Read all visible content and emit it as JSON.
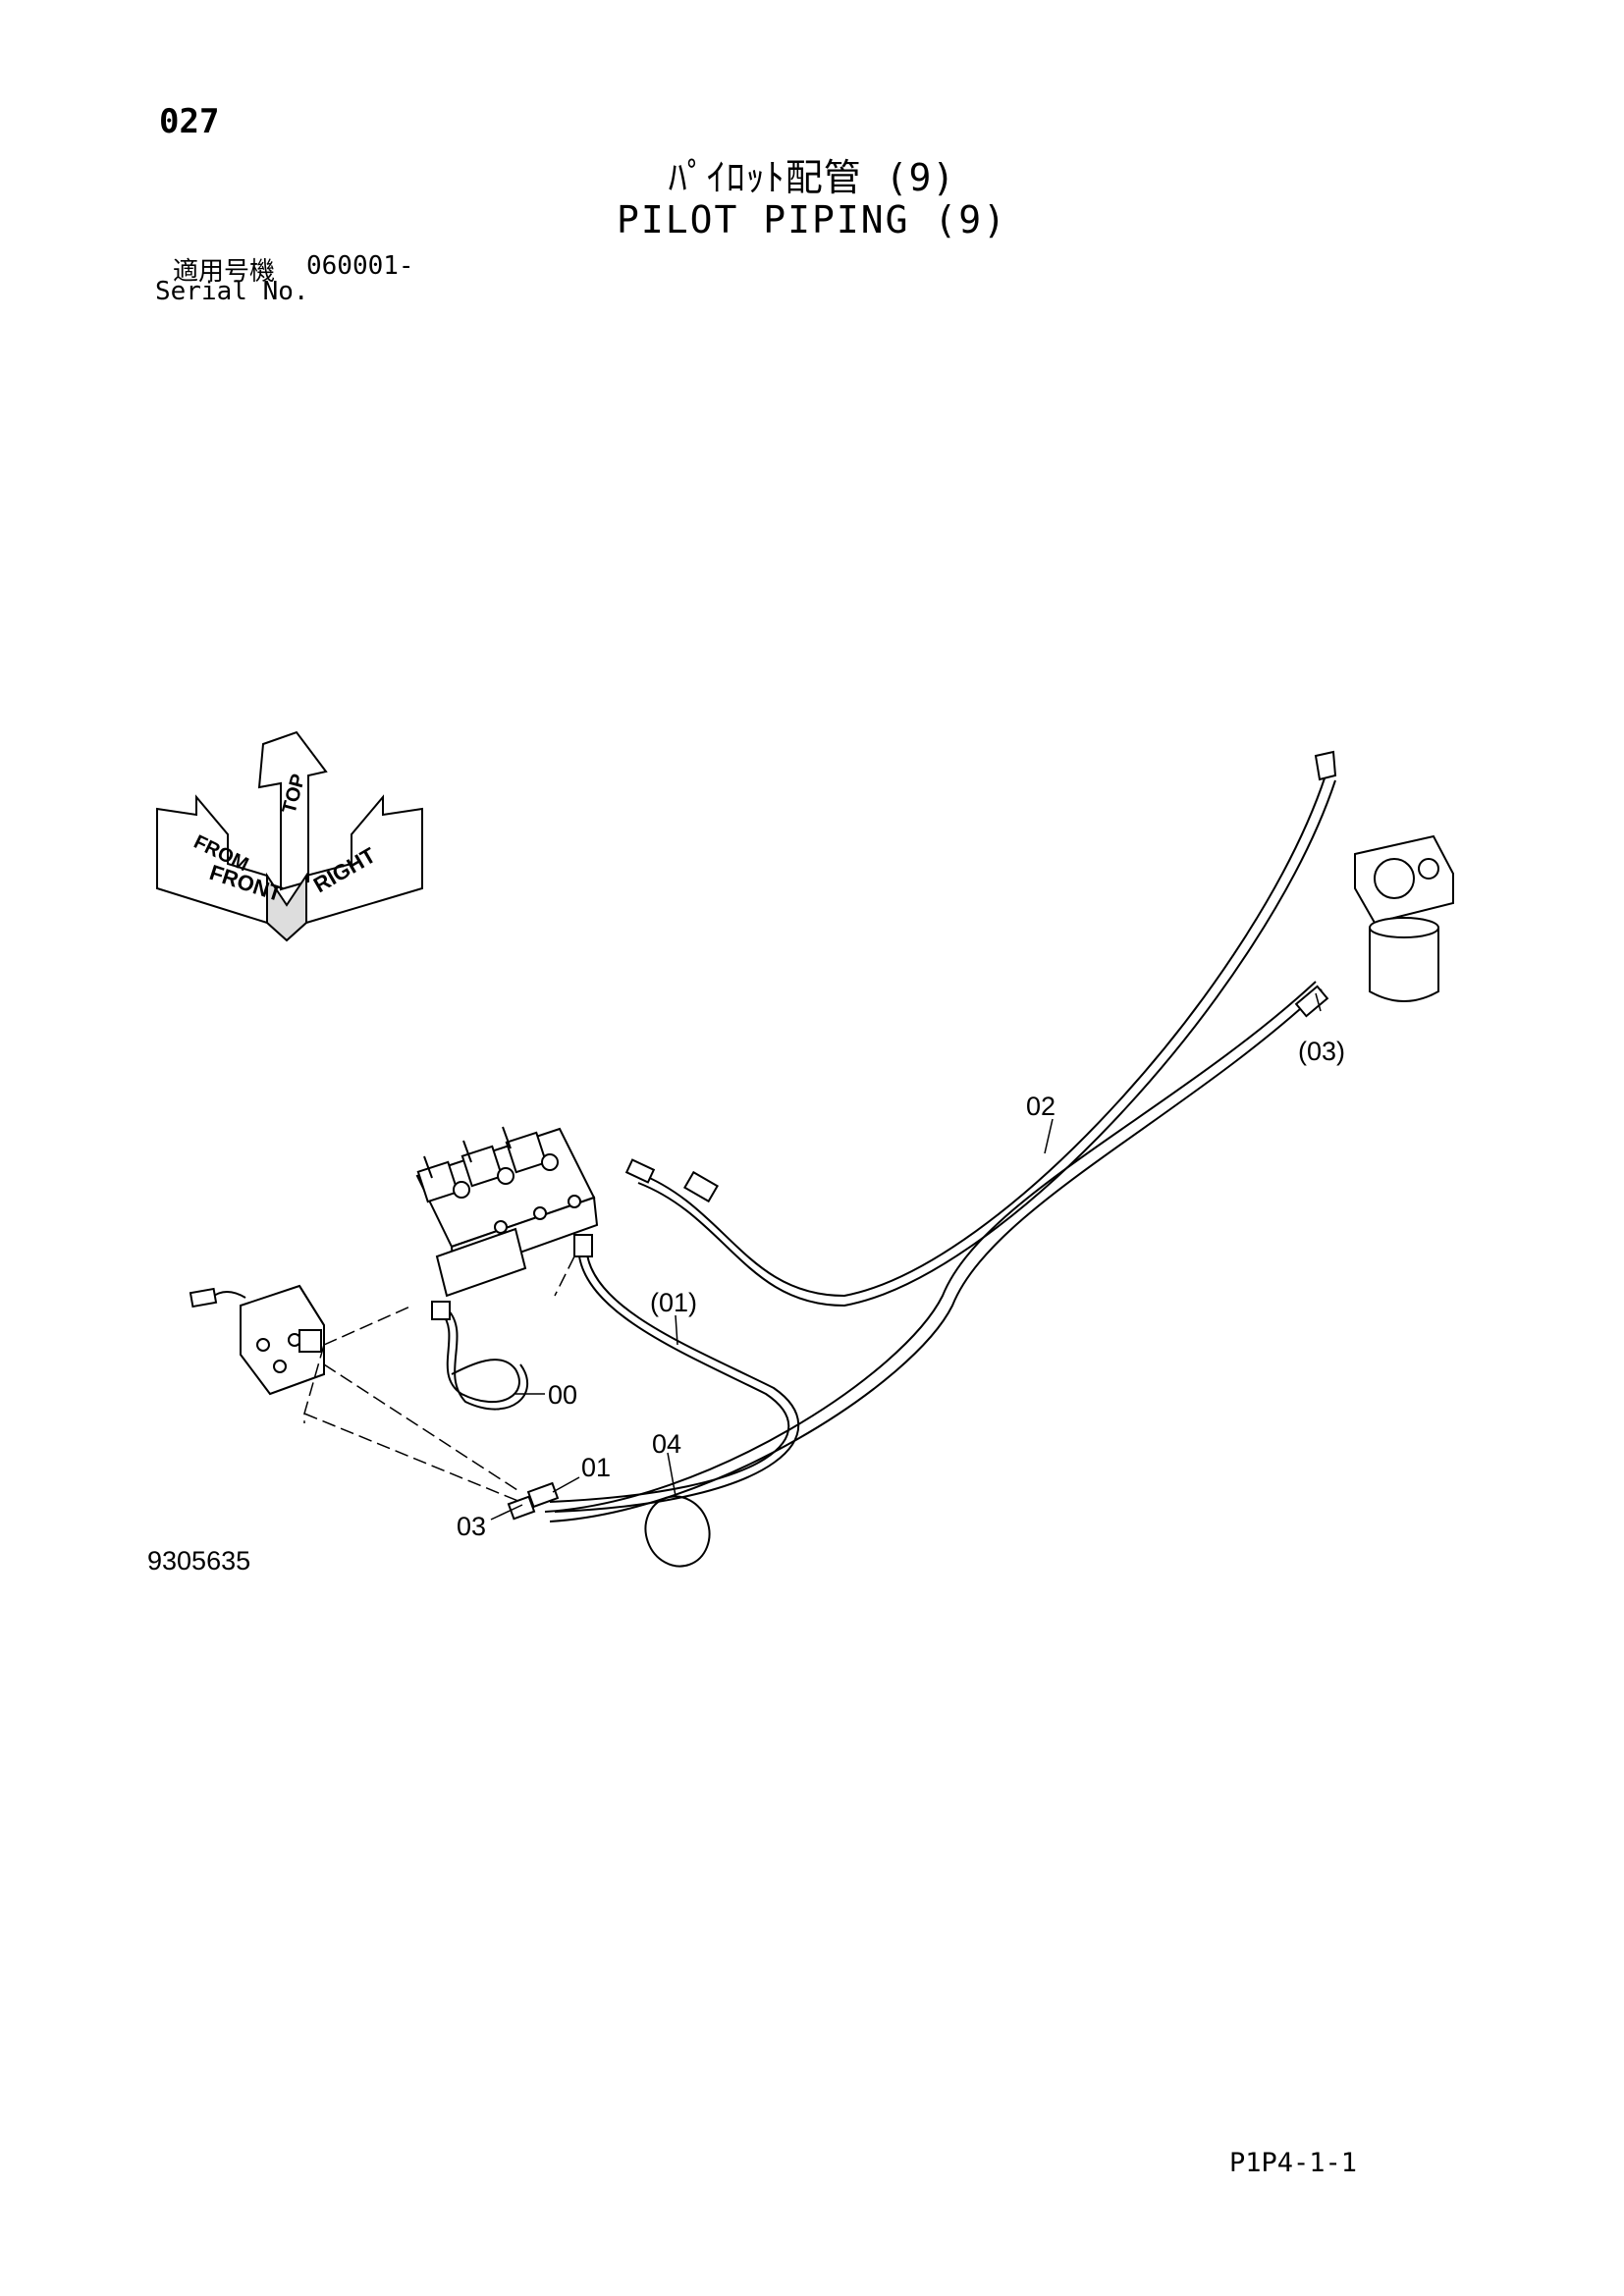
{
  "header": {
    "page_number": "027",
    "title_japanese": "ﾊﾟｲﾛｯﾄ配管 (9)",
    "title_english": "PILOT PIPING (9)",
    "serial_label_japanese": "適用号機",
    "serial_number": "060001-",
    "serial_label_english": "Serial No."
  },
  "orientation_indicator": {
    "front_label": "FRONT",
    "from_label": "FROM",
    "top_label": "TOP",
    "right_label": "RIGHT"
  },
  "callouts": {
    "part_00": "00",
    "part_01": "01",
    "part_01_ref": "(01)",
    "part_02": "02",
    "part_03": "03",
    "part_03_ref": "(03)",
    "part_04": "04"
  },
  "footer": {
    "illustration_number": "9305635",
    "page_code": "P1P4-1-1"
  }
}
